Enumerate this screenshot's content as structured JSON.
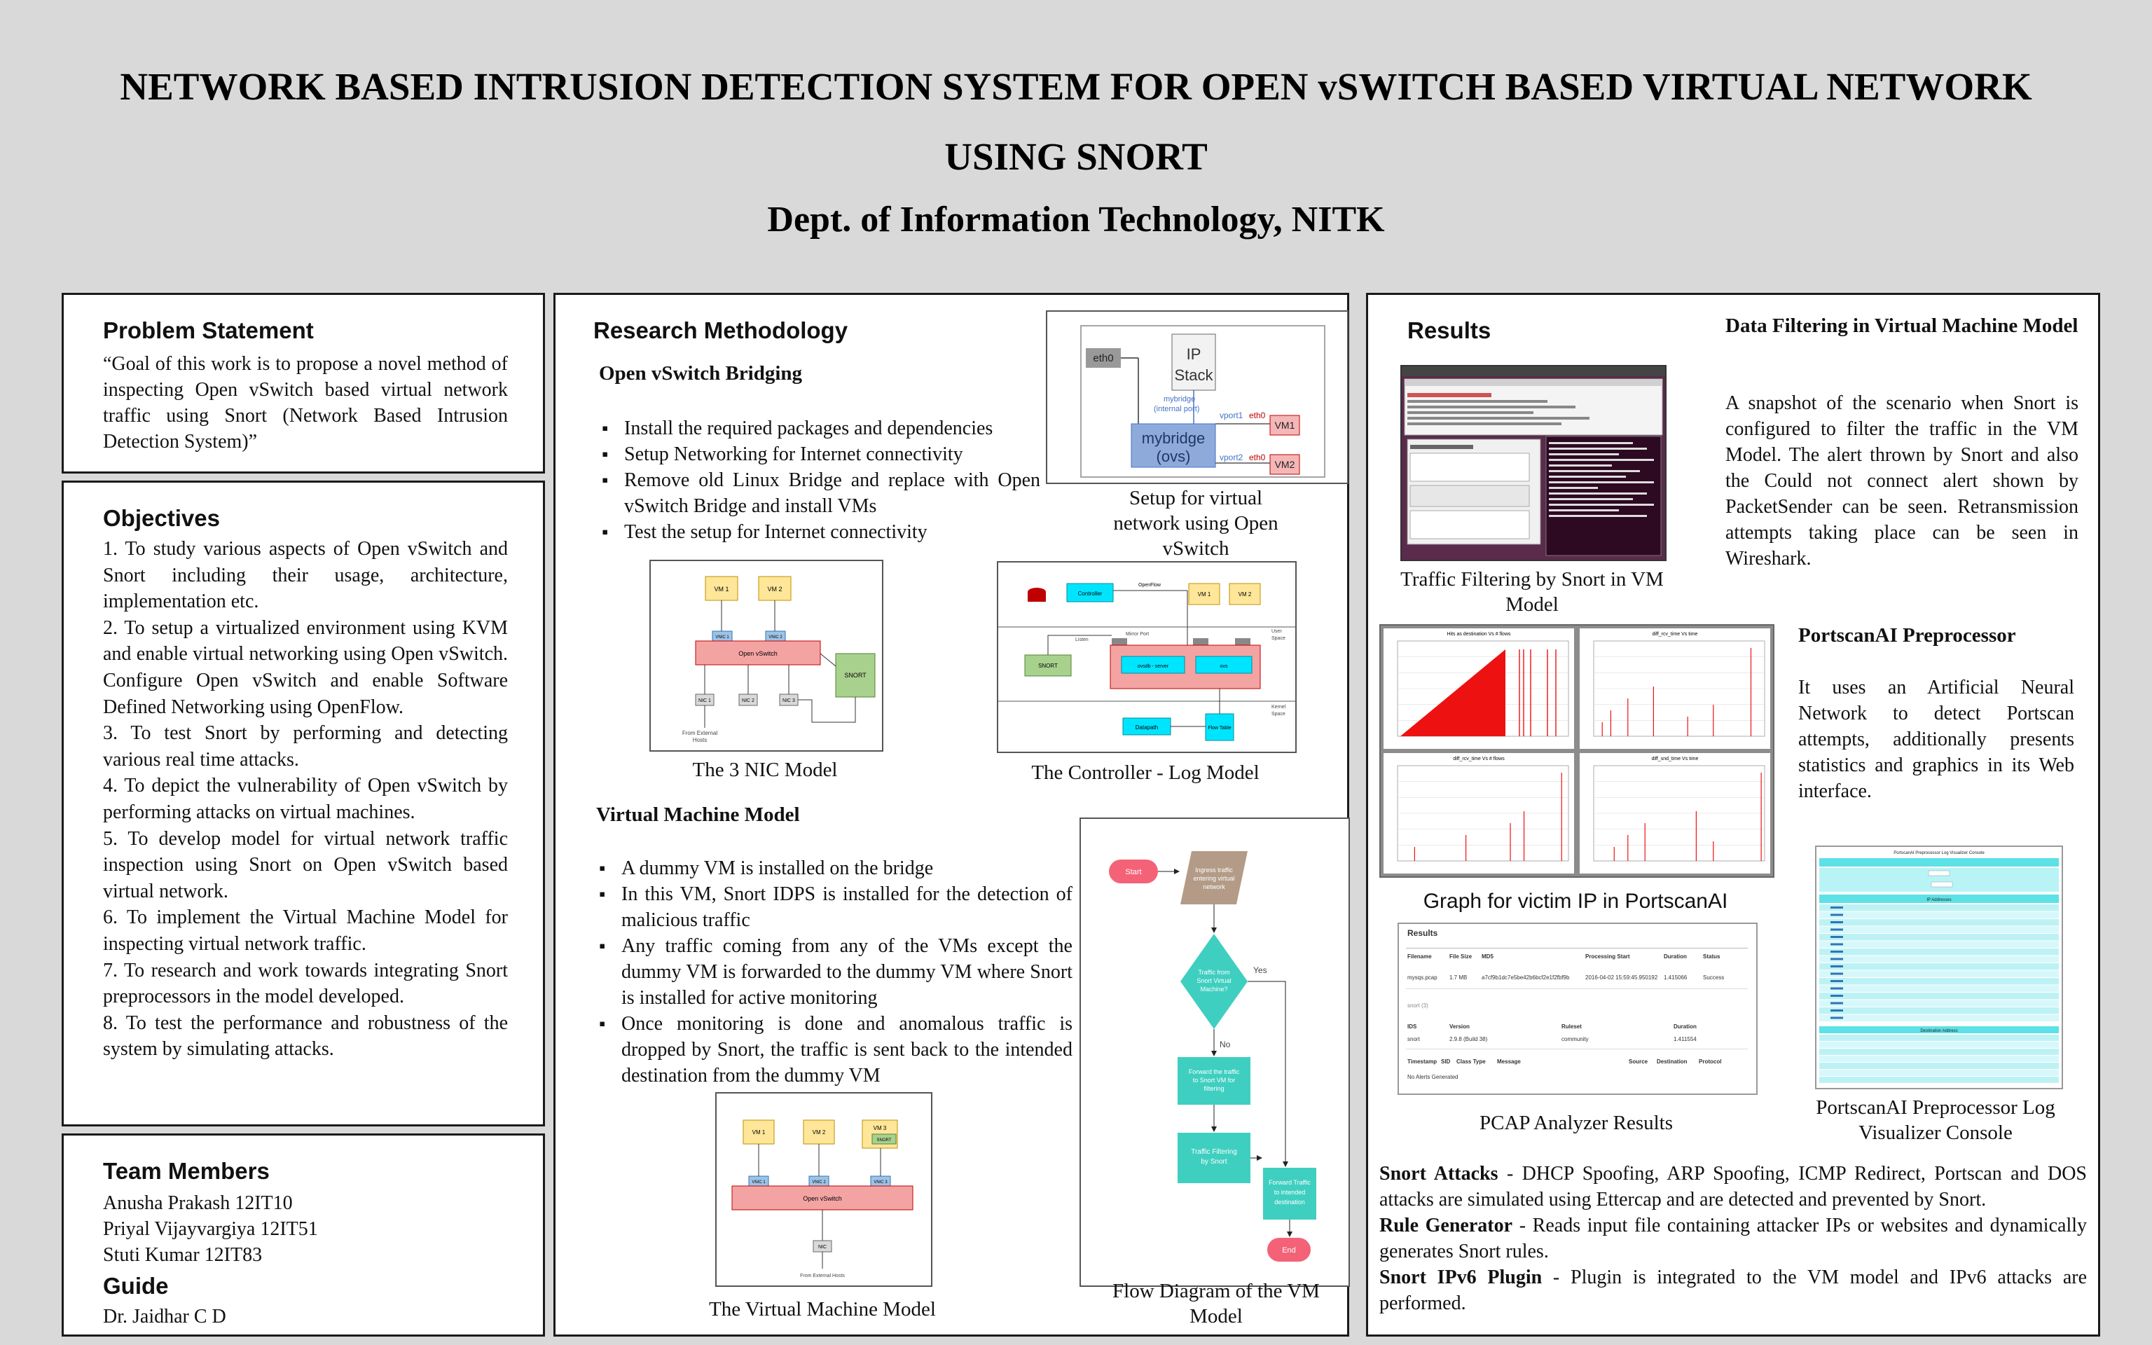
{
  "header": {
    "title_line1": "NETWORK BASED INTRUSION DETECTION SYSTEM FOR OPEN vSWITCH BASED VIRTUAL NETWORK",
    "title_line2": "USING SNORT",
    "subtitle": "Dept. of Information Technology, NITK"
  },
  "problem": {
    "heading": "Problem Statement",
    "text": "“Goal of this work is to propose a novel method of inspecting Open vSwitch based virtual network traffic using Snort (Network Based Intrusion Detection System)”"
  },
  "objectives": {
    "heading": "Objectives",
    "items": [
      "1. To study various aspects of Open vSwitch and Snort including their usage, architecture, implementation etc.",
      "2. To setup a virtualized environment using KVM and enable virtual networking using Open vSwitch. Configure Open vSwitch and enable Software Defined Networking using OpenFlow.",
      "3. To test Snort by performing and detecting various real time attacks.",
      "4. To depict the vulnerability of Open vSwitch by performing attacks on virtual machines.",
      "5. To develop model for virtual network traffic inspection using Snort on Open vSwitch based virtual network.",
      "6. To implement the Virtual Machine Model for inspecting virtual network traffic.",
      "7. To research and work towards integrating Snort preprocessors in the model developed.",
      "8. To test the performance and robustness of the system by simulating attacks."
    ]
  },
  "team": {
    "heading": "Team Members",
    "members": [
      "Anusha Prakash 12IT10",
      "Priyal Vijayvargiya 12IT51",
      "Stuti Kumar 12IT83"
    ],
    "guide_heading": "Guide",
    "guide": "Dr. Jaidhar C D"
  },
  "methodology": {
    "heading": "Research Methodology",
    "bridging_heading": "Open vSwitch Bridging",
    "bridging_items": [
      "Install the required packages and dependencies",
      "Setup Networking for Internet connectivity",
      "Remove old Linux Bridge and replace with Open vSwitch Bridge and install VMs",
      "Test the setup for Internet connectivity"
    ],
    "fig_setup_caption": "Setup for virtual network using Open vSwitch",
    "fig_setup": {
      "eth0": "eth0",
      "ip_stack": "IP Stack",
      "mybridge_port": "mybridge (internal port)",
      "bridge": "mybridge (ovs)",
      "vport1": "vport1",
      "vport2": "vport2",
      "eth0_a": "eth0",
      "eth0_b": "eth0",
      "vm1": "VM1",
      "vm2": "VM2"
    },
    "fig_3nic_caption": "The 3 NIC Model",
    "fig_3nic": {
      "vm1": "VM 1",
      "vm2": "VM 2",
      "vnic1": "VNIC 1",
      "vnic2": "VNIC 2",
      "ovs": "Open vSwitch",
      "snort": "SNORT",
      "nic1": "NIC 1",
      "nic2": "NIC 2",
      "nic3": "NIC 3",
      "ext": "From External Hosts"
    },
    "fig_controller_caption": "The Controller - Log Model",
    "fig_controller": {
      "controller": "Controller",
      "openflow": "OpenFlow",
      "vm1": "VM 1",
      "vm2": "VM 2",
      "snort": "SNORT",
      "userspace": "User Space",
      "kernelspace": "Kernel Space",
      "datapath": "Datapath",
      "flow": "Flow Table",
      "ovsdb": "ovsdb - server",
      "vswitchd": "ovs",
      "listen": "Listen",
      "mirror": "Mirror Port"
    },
    "vm_model_heading": "Virtual Machine Model",
    "vm_items": [
      "A dummy VM is installed on the bridge",
      "In this VM, Snort IDPS is installed for the detection of malicious traffic",
      "Any traffic coming from any of the VMs except the dummy VM is forwarded to the dummy VM where Snort is installed for active monitoring",
      "Once monitoring is done and anomalous traffic is dropped by Snort, the traffic is sent back to the intended destination from the dummy VM"
    ],
    "fig_vm_caption": "The Virtual Machine Model",
    "fig_vm": {
      "vm1": "VM 1",
      "vm2": "VM 2",
      "vm3": "VM 3",
      "snort": "SNORT",
      "vnic1": "VNIC 1",
      "vnic2": "VNIC 2",
      "vnic3": "VNIC 3",
      "ovs": "Open vSwitch",
      "nic": "NIC",
      "ext": "From External Hosts"
    },
    "fig_flow_caption": "Flow Diagram of the VM Model",
    "fig_flow": {
      "start": "Start",
      "ingress": "Ingress traffic entering virtual network",
      "decision": "Traffic from Snort Virtual Machine?",
      "yes": "Yes",
      "no": "No",
      "forward_snort": "Forward the traffic to Snort VM for filtering",
      "filtering": "Traffic Filtering by Snort",
      "forward_dest": "Forward Traffic to intended destination",
      "end": "End"
    }
  },
  "results": {
    "heading": "Results",
    "filtering_heading": "Data Filtering in Virtual Machine Model",
    "filtering_text": "A snapshot of the scenario when Snort is configured to filter the traffic in the VM Model. The alert thrown by Snort and also the Could not connect alert shown by PacketSender can be seen. Retransmission attempts taking place can be seen in Wireshark.",
    "fig_snort_caption": "Traffic Filtering by Snort in VM Model",
    "portscan_heading": "PortscanAI Preprocessor",
    "portscan_text": "It uses an Artificial Neural Network to detect Portscan attempts, additionally presents statistics and graphics in its Web interface.",
    "graph_caption": "Graph for victim IP in PortscanAI",
    "graph_titles": [
      "Hits as destination Vs # flows",
      "diff_rcv_time Vs time",
      "diff_rcv_time Vs # flows",
      "diff_snd_time Vs time"
    ],
    "pcap_caption": "PCAP Analyzer Results",
    "pcap": {
      "title": "Results",
      "headers": [
        "Filename",
        "File Size",
        "MD5",
        "Processing Start",
        "Duration",
        "Status"
      ],
      "row": [
        "mysqs.pcap",
        "1.7 MB",
        "a7cf9b1dc7e5be42b6bcf2e1f2fbf9b",
        "2016-04-02 15:59:45.950192",
        "1.415066",
        "Success"
      ],
      "snort_label": "snort (3)",
      "ids_headers": [
        "IDS",
        "Version",
        "Ruleset",
        "Duration"
      ],
      "ids_row": [
        "snort",
        "2.9.8 (Build 38)",
        "community",
        "1.411554"
      ],
      "alert_headers": [
        "Timestamp",
        "SID",
        "Class Type",
        "Message",
        "Source",
        "Destination",
        "Protocol"
      ],
      "no_alerts": "No Alerts Generated"
    },
    "portscan_console_caption": "PortscanAI Preprocessor Log Visualizer Console",
    "console": {
      "title": "PortscanAI Preprocessor Log Visualizer Console",
      "ip_table": "IP Addresses",
      "dest_table": "Destination Address"
    },
    "attacks_label": "Snort Attacks",
    "attacks_text": " - DHCP Spoofing, ARP Spoofing, ICMP Redirect, Portscan and DOS attacks are simulated using Ettercap and are detected and prevented by Snort.",
    "rulegen_label": "Rule Generator",
    "rulegen_text": " - Reads input file containing attacker IPs or websites and dynamically generates Snort rules.",
    "ipv6_label": "Snort IPv6 Plugin",
    "ipv6_text": " - Plugin is integrated to the VM model and IPv6 attacks are performed."
  }
}
